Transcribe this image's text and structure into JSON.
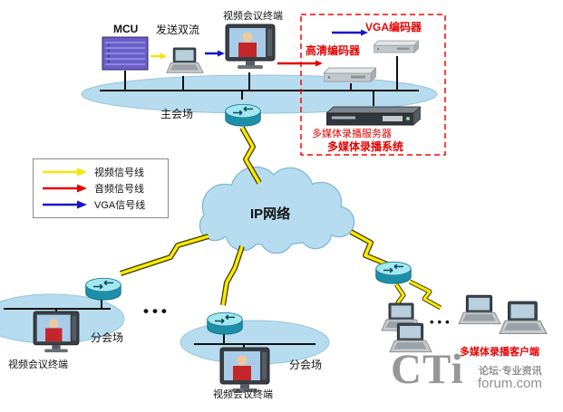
{
  "diagram": {
    "main_venue": {
      "mcu_label": "MCU",
      "dual_stream_label": "发送双流",
      "terminal_label": "视频会议终端",
      "venue_label": "主会场"
    },
    "recording": {
      "vga_encoder_label": "VGA编码器",
      "hd_encoder_label": "高清编码器",
      "server_label": "多媒体录播服务器",
      "system_label": "多媒体录播系统",
      "client_label": "多媒体录播客户端"
    },
    "legend": {
      "items": [
        {
          "label": "视频信号线",
          "color": "#f7e400"
        },
        {
          "label": "音频信号线",
          "color": "#e60000"
        },
        {
          "label": "VGA信号线",
          "color": "#1414c8"
        }
      ]
    },
    "network": {
      "cloud_label": "IP网络"
    },
    "branch_left": {
      "venue_label": "分会场",
      "terminal_label": "视频会议终端"
    },
    "branch_mid": {
      "venue_label": "分会场",
      "terminal_label": "视频会议终端"
    },
    "ellipsis_left": "•••",
    "ellipsis_right": "•••",
    "watermark": {
      "logo": "CTi",
      "tagline": "论坛·专业资讯",
      "site": "forum.com"
    }
  }
}
